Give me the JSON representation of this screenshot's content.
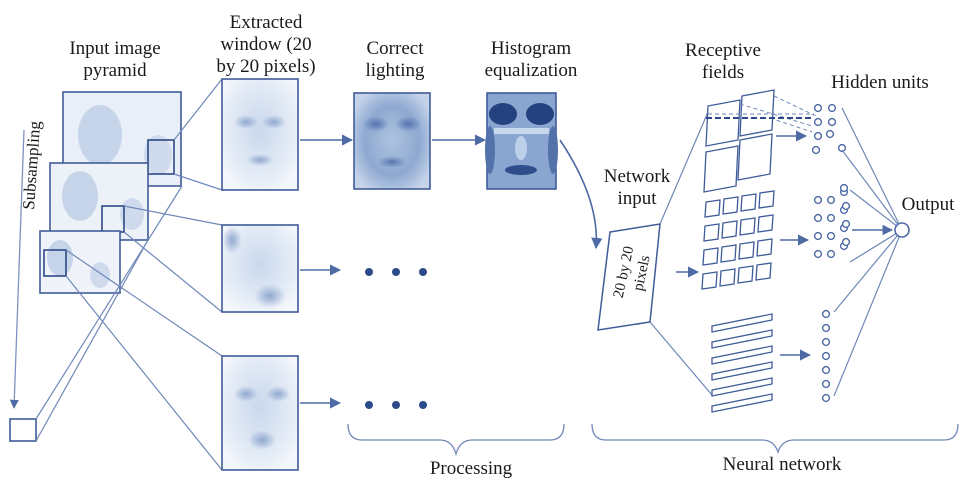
{
  "labels": {
    "input_pyramid": [
      "Input image",
      "pyramid"
    ],
    "extracted_window": [
      "Extracted",
      "window (20",
      "by 20 pixels)"
    ],
    "correct_lighting": [
      "Correct",
      "lighting"
    ],
    "histogram_equalization": [
      "Histogram",
      "equalization"
    ],
    "subsampling": "Subsampling",
    "network_input": [
      "Network",
      "input"
    ],
    "network_input_size": [
      "20 by 20",
      "pixels"
    ],
    "receptive_fields": [
      "Receptive",
      "fields"
    ],
    "hidden_units": "Hidden units",
    "output": "Output",
    "processing": "Processing",
    "neural_network": "Neural network"
  },
  "colors": {
    "line": "#5470a8",
    "face_light": "#d6e2f2",
    "face_dark": "#3a5a98",
    "text": "#1a1a1a"
  }
}
